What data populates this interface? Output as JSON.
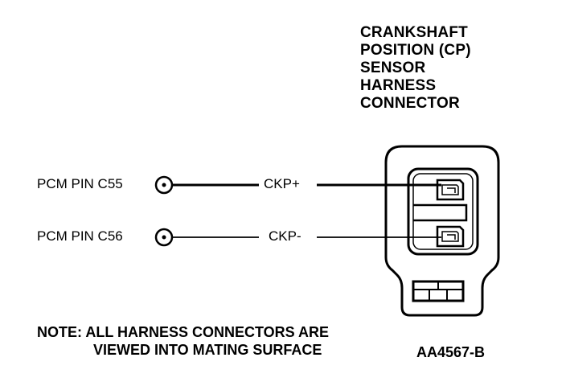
{
  "title": {
    "lines": [
      "CRANKSHAFT",
      "POSITION (CP)",
      "SENSOR",
      "HARNESS",
      "CONNECTOR"
    ]
  },
  "pins": [
    {
      "pcm_label": "PCM PIN C55",
      "signal": "CKP+"
    },
    {
      "pcm_label": "PCM PIN C56",
      "signal": "CKP-"
    }
  ],
  "note": {
    "line1": "NOTE: ALL HARNESS CONNECTORS ARE",
    "line2": "VIEWED INTO MATING SURFACE"
  },
  "figure_id": "AA4567-B"
}
